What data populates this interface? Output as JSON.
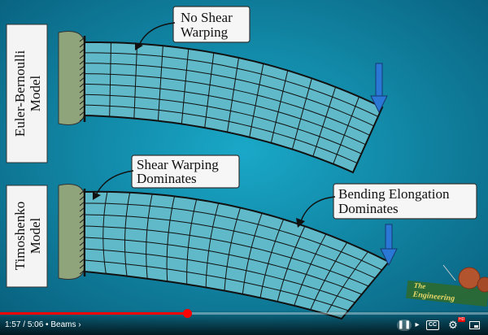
{
  "panels": {
    "top_label_line1": "Euler-Bernoulli",
    "top_label_line2": "Model",
    "bottom_label_line1": "Timoshenko",
    "bottom_label_line2": "Model"
  },
  "callouts": {
    "no_shear_line1": "No Shear",
    "no_shear_line2": "Warping",
    "shear_dom_line1": "Shear Warping",
    "shear_dom_line2": "Dominates",
    "bending_line1": "Bending Elongation",
    "bending_line2": "Dominates"
  },
  "logo": {
    "line1": "The",
    "line2": "Engineering"
  },
  "player": {
    "time_current": "1:57",
    "time_separator": " / ",
    "time_total": "5:06",
    "chapter": " • Beams ›",
    "progress_fraction": 0.383,
    "cc_label": "CC",
    "hd_badge": "HD"
  },
  "colors": {
    "background": "#0a6f8f",
    "beam_fill": "#5fb9c8",
    "wall": "#8fa47a",
    "arrow": "#2a77d6",
    "progress": "#ff0000"
  }
}
